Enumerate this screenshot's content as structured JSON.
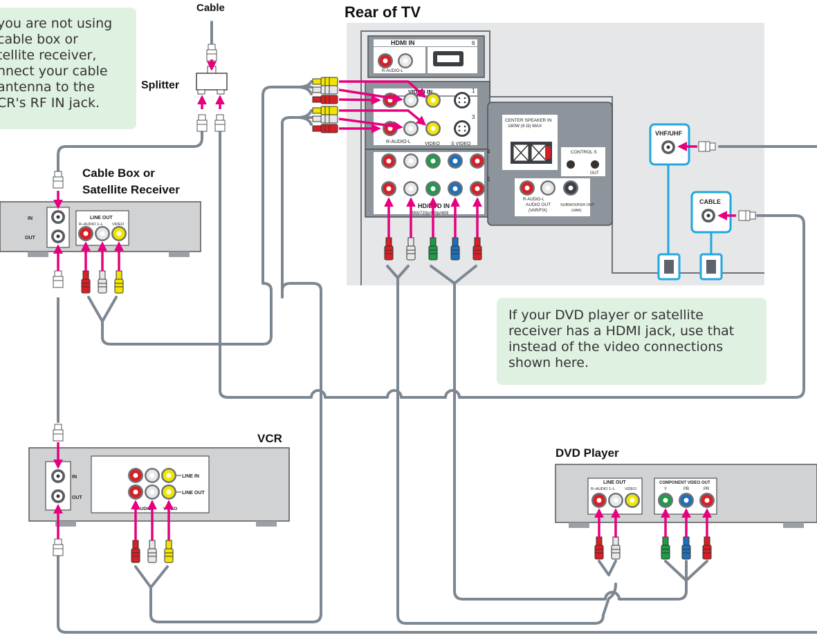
{
  "labels": {
    "cable": "Cable",
    "splitter": "Splitter",
    "rear_of_tv": "Rear of TV",
    "cable_box_line1": "Cable Box or",
    "cable_box_line2": "Satellite Receiver",
    "vcr": "VCR",
    "dvd_player": "DVD Player"
  },
  "notes": {
    "left_lines": [
      "you are not using",
      "cable box or",
      "tellite receiver,",
      "nnect your cable",
      "antenna to the",
      "CR's RF IN jack."
    ],
    "right_lines": [
      "If your DVD player or satellite",
      "receiver has a HDMI jack, use that",
      "instead of the video connections",
      "shown here."
    ]
  },
  "tv_panel": {
    "hdmi_in": "HDMI IN",
    "input_6": "6",
    "r_audio_l_top": "R-AUDIO-L",
    "video_in": "VIDEO IN",
    "input_1": "1",
    "input_3": "3",
    "input_4": "4",
    "input_5": "5",
    "r_audio_l": "R-AUDIO-L",
    "video": "VIDEO",
    "s_video": "S VIDEO",
    "center_speaker_line1": "CENTER SPEAKER IN",
    "center_speaker_line2": "180W (6 Ω) MAX",
    "control_s": "CONTROL S",
    "out": "OUT",
    "audio_out_rl": "R-AUDIO-L",
    "audio_out": "AUDIO OUT",
    "var_fix": "(VAR/FIX)",
    "subwoofer_out": "SUBWOOFER OUT",
    "var": "(VAR)",
    "hd_dvd_in": "HD/DVD IN",
    "hd_res": "080i/720p/480p/480i",
    "vhf_uhf": "VHF/UHF",
    "cable_jack": "CABLE"
  },
  "cable_box": {
    "in": "IN",
    "out": "OUT",
    "line_out": "LINE OUT",
    "r_audio_l": "R–AUDIO 1–L",
    "video": "VIDEO"
  },
  "vcr_panel": {
    "in": "IN",
    "out": "OUT",
    "line_in": "LINE IN",
    "line_out": "LINE OUT",
    "audio": "AUDIO",
    "video": "VIDEO"
  },
  "dvd_panel": {
    "line_out": "LINE OUT",
    "r_audio_l": "R–AUDIO 1–L",
    "video": "VIDEO",
    "component_video_out": "COMPONENT VIDEO OUT",
    "y": "Y",
    "pb": "PB",
    "pr": "PR"
  },
  "colors": {
    "cable_gray": "#7c8791",
    "arrow_magenta": "#e6007e",
    "note_green": "#dff1e1",
    "tv_gray": "#e6e7e8",
    "panel_dark": "#8d949b",
    "device_gray": "#d0d2d4",
    "jack_blue": "#20a7e0",
    "red": "#d81f26",
    "white": "#e8e8e8",
    "yellow": "#f2e600",
    "green": "#1f9a49",
    "blue": "#1f6fb8"
  }
}
